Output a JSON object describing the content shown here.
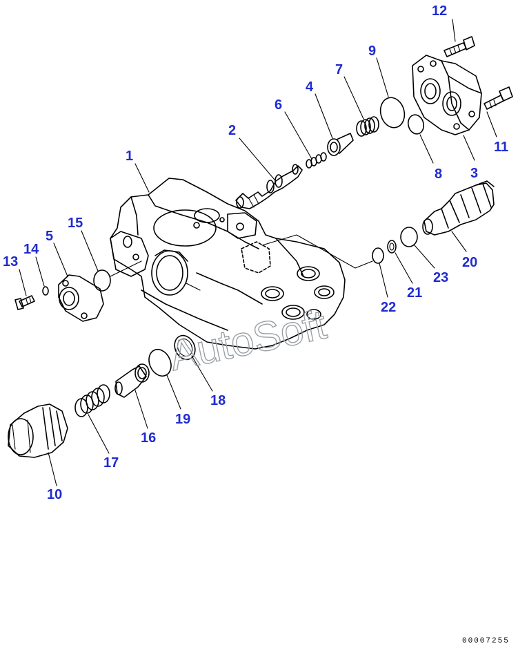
{
  "watermark": "AutoSoft",
  "drawing_code": "00007255",
  "callouts": [
    "1",
    "2",
    "3",
    "4",
    "5",
    "6",
    "7",
    "8",
    "9",
    "10",
    "11",
    "12",
    "13",
    "14",
    "15",
    "16",
    "17",
    "18",
    "19",
    "20",
    "21",
    "22",
    "23"
  ],
  "colors": {
    "callout": "#1f2bd0",
    "line": "#000000",
    "watermark": "#9aa0a6"
  }
}
